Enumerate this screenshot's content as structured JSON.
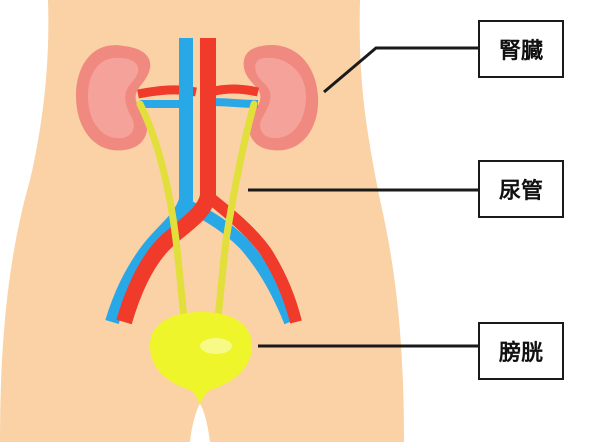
{
  "labels": {
    "kidney": "腎臓",
    "ureter": "尿管",
    "bladder": "膀胱"
  },
  "colors": {
    "skin": "#fad2a6",
    "kidney": "#f08a80",
    "kidney_inner": "#f5a29b",
    "artery": "#f03a2a",
    "vein": "#29a8e8",
    "ureter": "#e2df3c",
    "bladder": "#eef52a",
    "line": "#1a1a1a"
  }
}
